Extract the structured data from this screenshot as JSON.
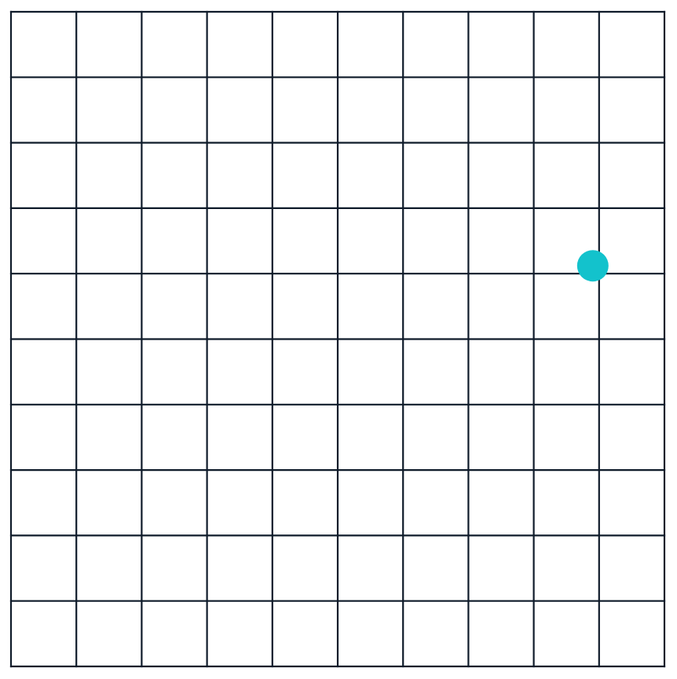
{
  "board": {
    "rows": 10,
    "cols": 10,
    "line_color": "#0f1b2a",
    "background_color": "#ffffff"
  },
  "marker": {
    "shape": "circle",
    "color": "#13c2cc",
    "grid_column": 9,
    "grid_row": 4
  }
}
